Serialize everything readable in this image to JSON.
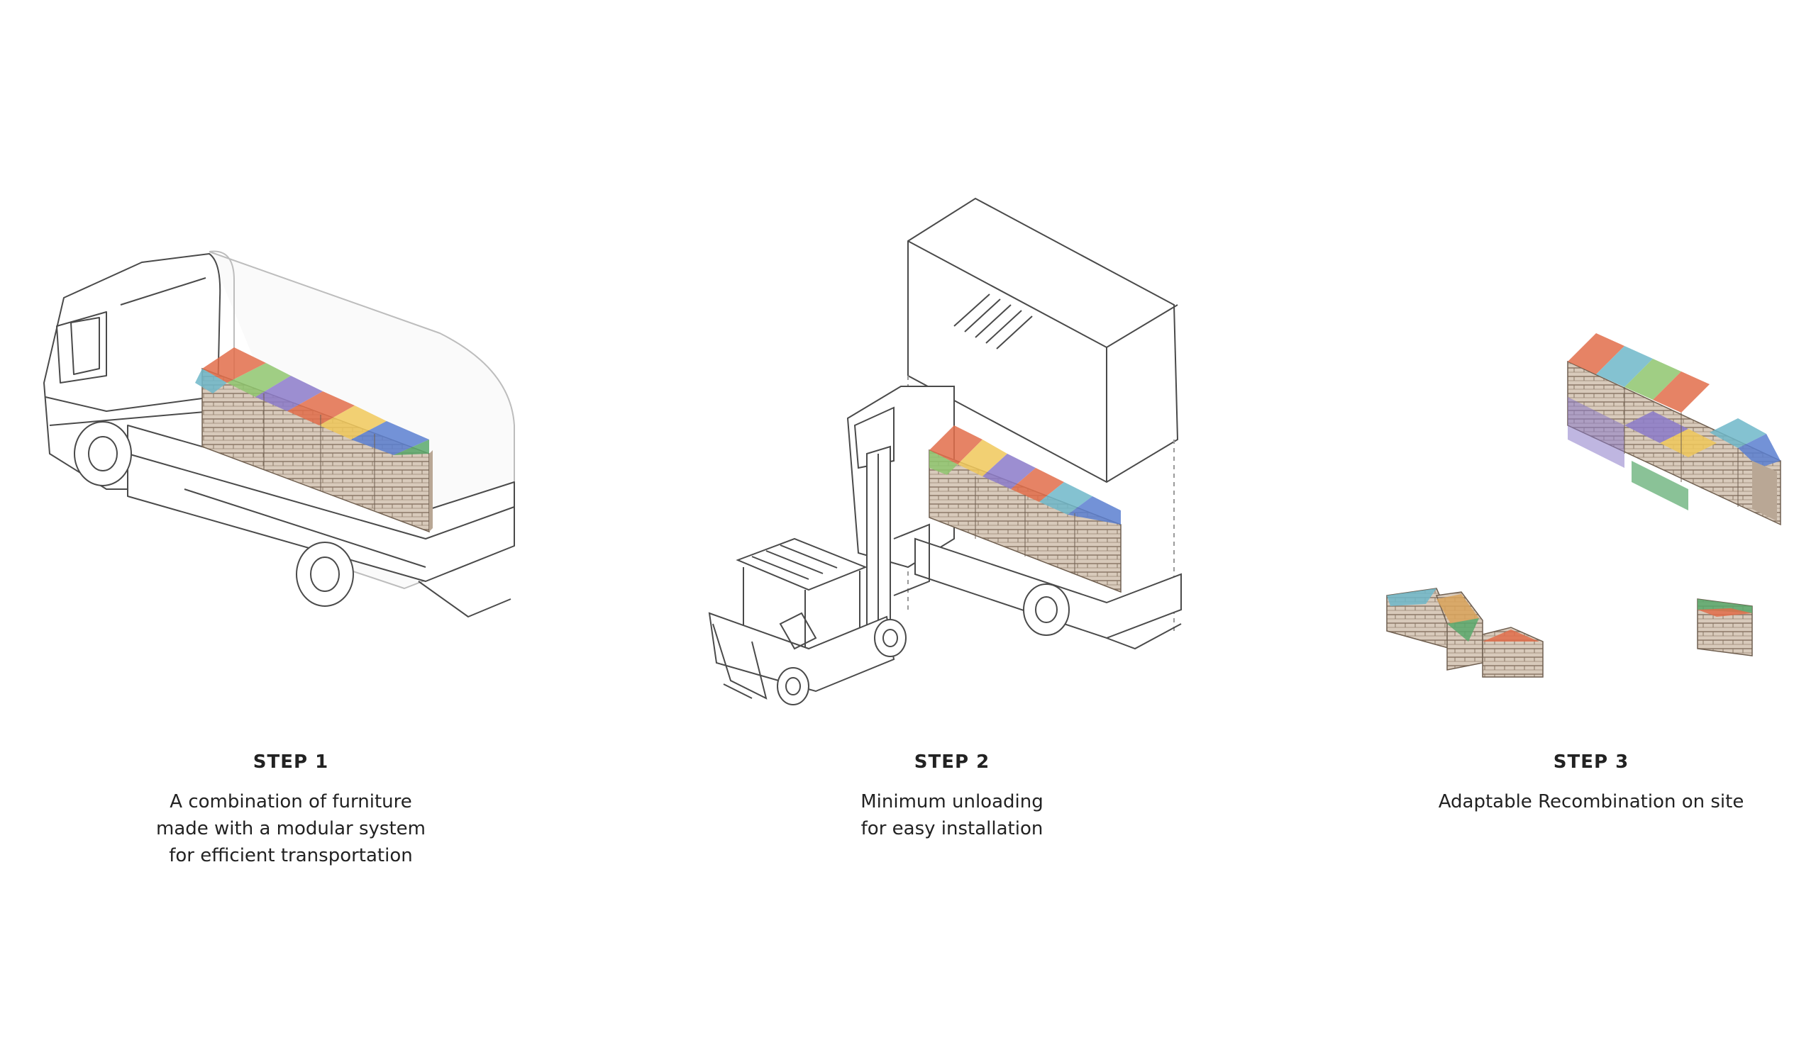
{
  "steps": [
    {
      "title": "STEP 1",
      "lines": [
        "A combination of furniture",
        "made with a modular system",
        "for efficient transportation"
      ]
    },
    {
      "title": "STEP 2",
      "lines": [
        "Minimum unloading",
        "for easy installation"
      ]
    },
    {
      "title": "STEP 3",
      "lines": [
        "Adaptable Recombination on site"
      ]
    }
  ],
  "palette": {
    "line": "#4a4a4a",
    "crate_wood": "#c9b8a6",
    "crate_dark": "#8a7866",
    "tiles": [
      "#e26d4a",
      "#8fc56f",
      "#6fb7c9",
      "#8b7ac9",
      "#f0c85a",
      "#59a86b",
      "#5a7fd0",
      "#d9a35a"
    ]
  }
}
